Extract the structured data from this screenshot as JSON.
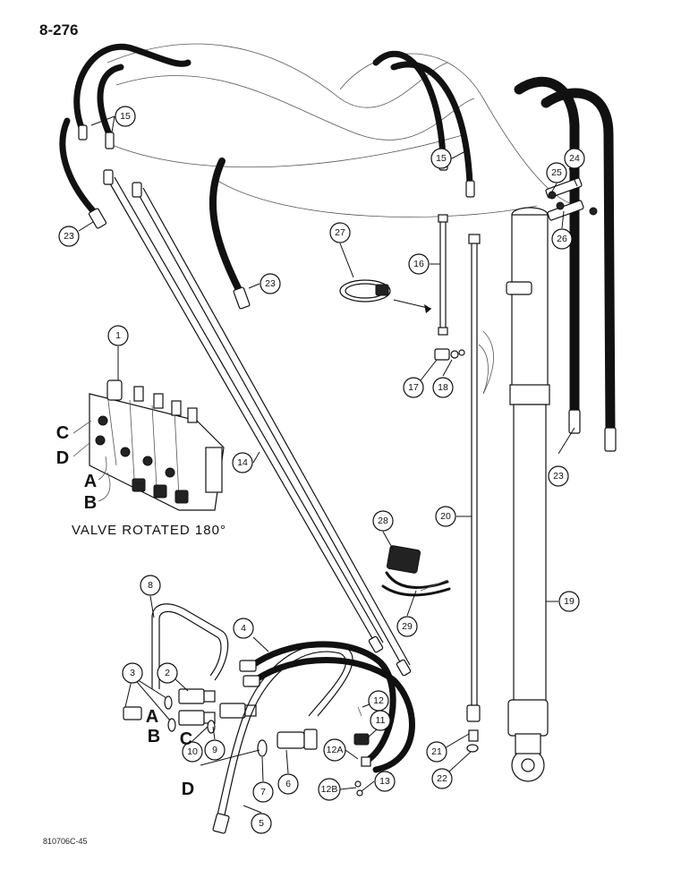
{
  "page_number": "8-276",
  "figure_code": "810706C-45",
  "caption": "VALVE ROTATED 180°",
  "callouts": {
    "c1": "1",
    "c2": "2",
    "c3": "3",
    "c4": "4",
    "c5": "5",
    "c6": "6",
    "c7": "7",
    "c8": "8",
    "c9": "9",
    "c10": "10",
    "c11": "11",
    "c12": "12",
    "c12a": "12A",
    "c12b": "12B",
    "c13": "13",
    "c14": "14",
    "c15a": "15",
    "c15b": "15",
    "c16": "16",
    "c17": "17",
    "c18": "18",
    "c19": "19",
    "c20": "20",
    "c21": "21",
    "c22": "22",
    "c23a": "23",
    "c23b": "23",
    "c23c": "23",
    "c24": "24",
    "c25": "25",
    "c26": "26",
    "c27": "27",
    "c28": "28",
    "c29": "29"
  },
  "ports": {
    "valve_c": "C",
    "valve_d": "D",
    "valve_a": "A",
    "valve_b": "B",
    "fit_a": "A",
    "fit_b": "B",
    "fit_c": "C",
    "fit_d": "D"
  }
}
